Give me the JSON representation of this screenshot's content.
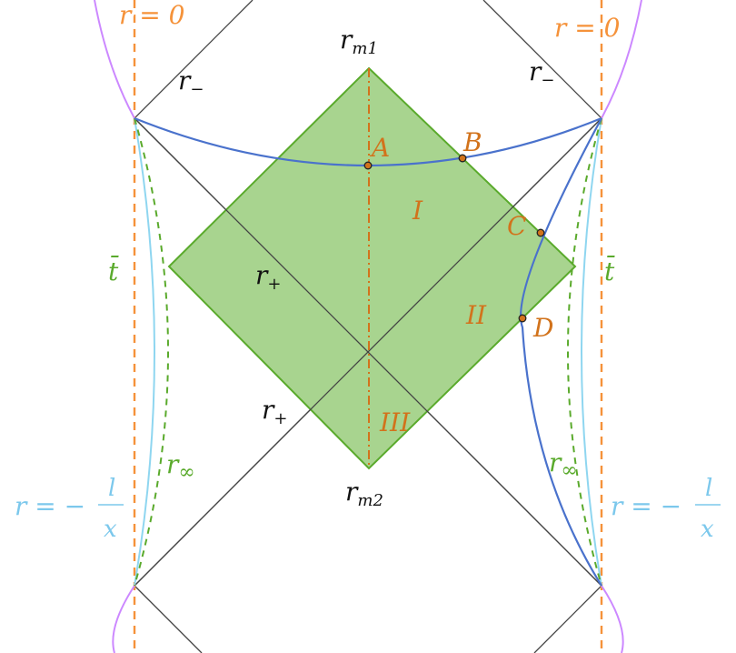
{
  "labels": {
    "r_zero_left": "r = 0",
    "r_zero_right": "r = 0",
    "r_minus_left": "r",
    "r_minus_left_sub": "−",
    "r_minus_right": "r",
    "r_minus_right_sub": "−",
    "r_m1": "r",
    "r_m1_sub": "m1",
    "r_m2": "r",
    "r_m2_sub": "m2",
    "r_plus_upper": "r",
    "r_plus_upper_sub": "+",
    "r_plus_lower": "r",
    "r_plus_lower_sub": "+",
    "t_bar_left": "t̄",
    "t_bar_right": "t̄",
    "r_inf_left": "r",
    "r_inf_left_sub": "∞",
    "r_inf_right": "r",
    "r_inf_right_sub": "∞",
    "r_neg_left": "r = −",
    "r_neg_right": "r = −",
    "frac_num": "l",
    "frac_den": "x",
    "region_1": "I",
    "region_2": "II",
    "region_3": "III",
    "point_A": "A",
    "point_B": "B",
    "point_C": "C",
    "point_D": "D"
  },
  "colors": {
    "orange": "#f5923a",
    "orange_text": "#d2731c",
    "purple": "#cc88ff",
    "cyan": "#8fd6f0",
    "cyan_text": "#7cc8ec",
    "green": "#5aaa2c",
    "green_fill": "#a8d48f",
    "blue": "#4a72cc",
    "black": "#444444"
  }
}
